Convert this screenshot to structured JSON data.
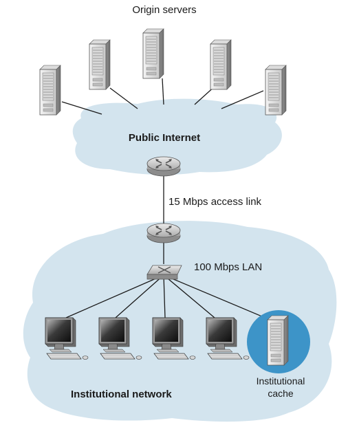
{
  "labels": {
    "origin_servers": "Origin servers",
    "public_internet": "Public Internet",
    "access_link": "15 Mbps access link",
    "lan": "100 Mbps LAN",
    "institutional_network": "Institutional network",
    "cache_line1": "Institutional",
    "cache_line2": "cache"
  },
  "colors": {
    "cloud": "#d3e4ee",
    "cache_highlight": "#3d94c8",
    "link": "#1a1a1a"
  },
  "icons": {
    "origin_server": "server-tower-icon",
    "router": "router-icon",
    "switch": "switch-icon",
    "host": "desktop-computer-icon",
    "cache": "cache-server-icon"
  },
  "counts": {
    "origin_servers": 5,
    "hosts": 4
  }
}
